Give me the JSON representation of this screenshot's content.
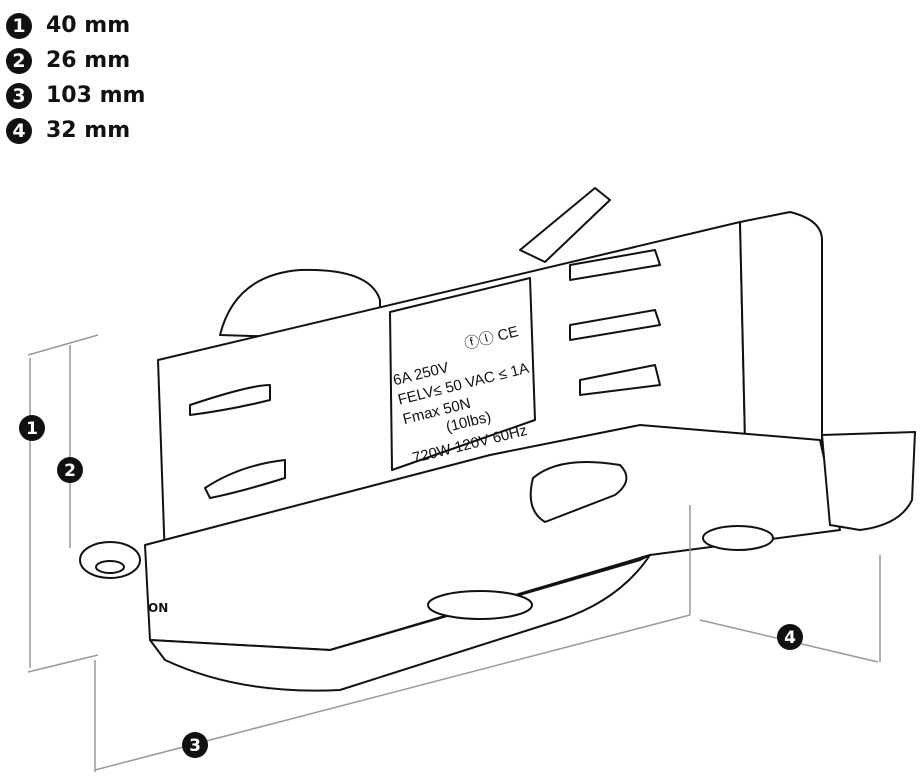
{
  "legend": [
    {
      "number": "1",
      "value": "40 mm"
    },
    {
      "number": "2",
      "value": "26 mm"
    },
    {
      "number": "3",
      "value": "103 mm"
    },
    {
      "number": "4",
      "value": "32 mm"
    }
  ],
  "label_plate": {
    "line1": "6A  250V",
    "line2": "FELV≤ 50 VAC ≤ 1A",
    "line3": "Fmax  50N",
    "line4": "(10lbs)",
    "line5": "720W  120V  60Hz",
    "marks": "ⓕⓛ CE"
  },
  "switch_label": "ON",
  "dimension_markers": [
    "1",
    "2",
    "3",
    "4"
  ]
}
